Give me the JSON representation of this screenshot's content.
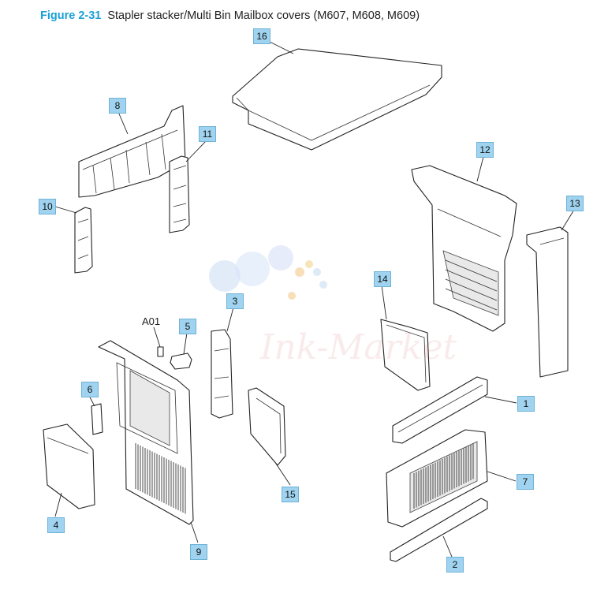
{
  "figure": {
    "number": "Figure 2-31",
    "title": "Stapler stacker/Multi Bin Mailbox covers (M607, M608, M609)"
  },
  "callouts": [
    "16",
    "8",
    "11",
    "10",
    "12",
    "13",
    "14",
    "3",
    "5",
    "6",
    "4",
    "9",
    "15",
    "1",
    "7",
    "2"
  ],
  "ref_label": "A01",
  "watermark": "Ink-Market",
  "colors": {
    "accent": "#1a9fd6",
    "callout_fill": "#9fd3ef",
    "callout_border": "#6fb2d6"
  }
}
